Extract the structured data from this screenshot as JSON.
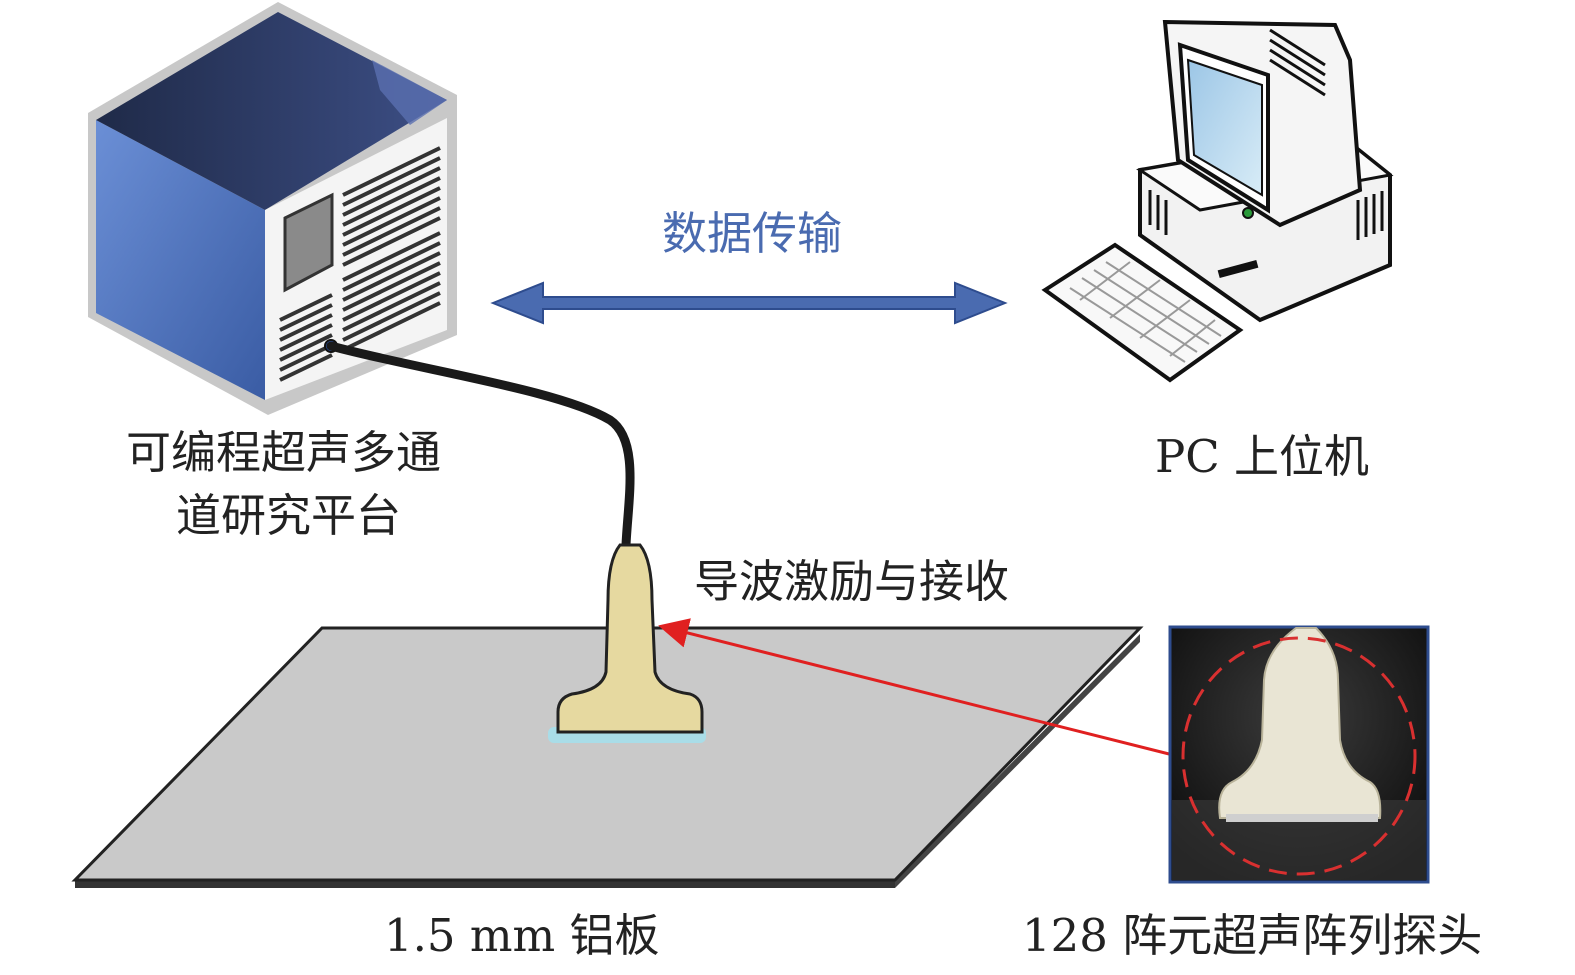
{
  "labels": {
    "platform_line1": "可编程超声多通",
    "platform_line2": "道研究平台",
    "pc": "PC 上位机",
    "data_transfer": "数据传输",
    "guided_wave": "导波激励与接收",
    "plate": "1.5 mm 铝板",
    "probe": "128 阵元超声阵列探头"
  },
  "colors": {
    "server_front": "#4e74bf",
    "server_top": "#2d3a5e",
    "server_side": "#ffffff",
    "arrow": "#4a6bb0",
    "plate": "#c9c9c9",
    "probe": "#e6d9a0",
    "pointer": "#e02020",
    "circle": "#d93030"
  },
  "icons": [
    "server-icon",
    "desktop-computer-icon",
    "ultrasound-probe-icon",
    "probe-photo"
  ]
}
